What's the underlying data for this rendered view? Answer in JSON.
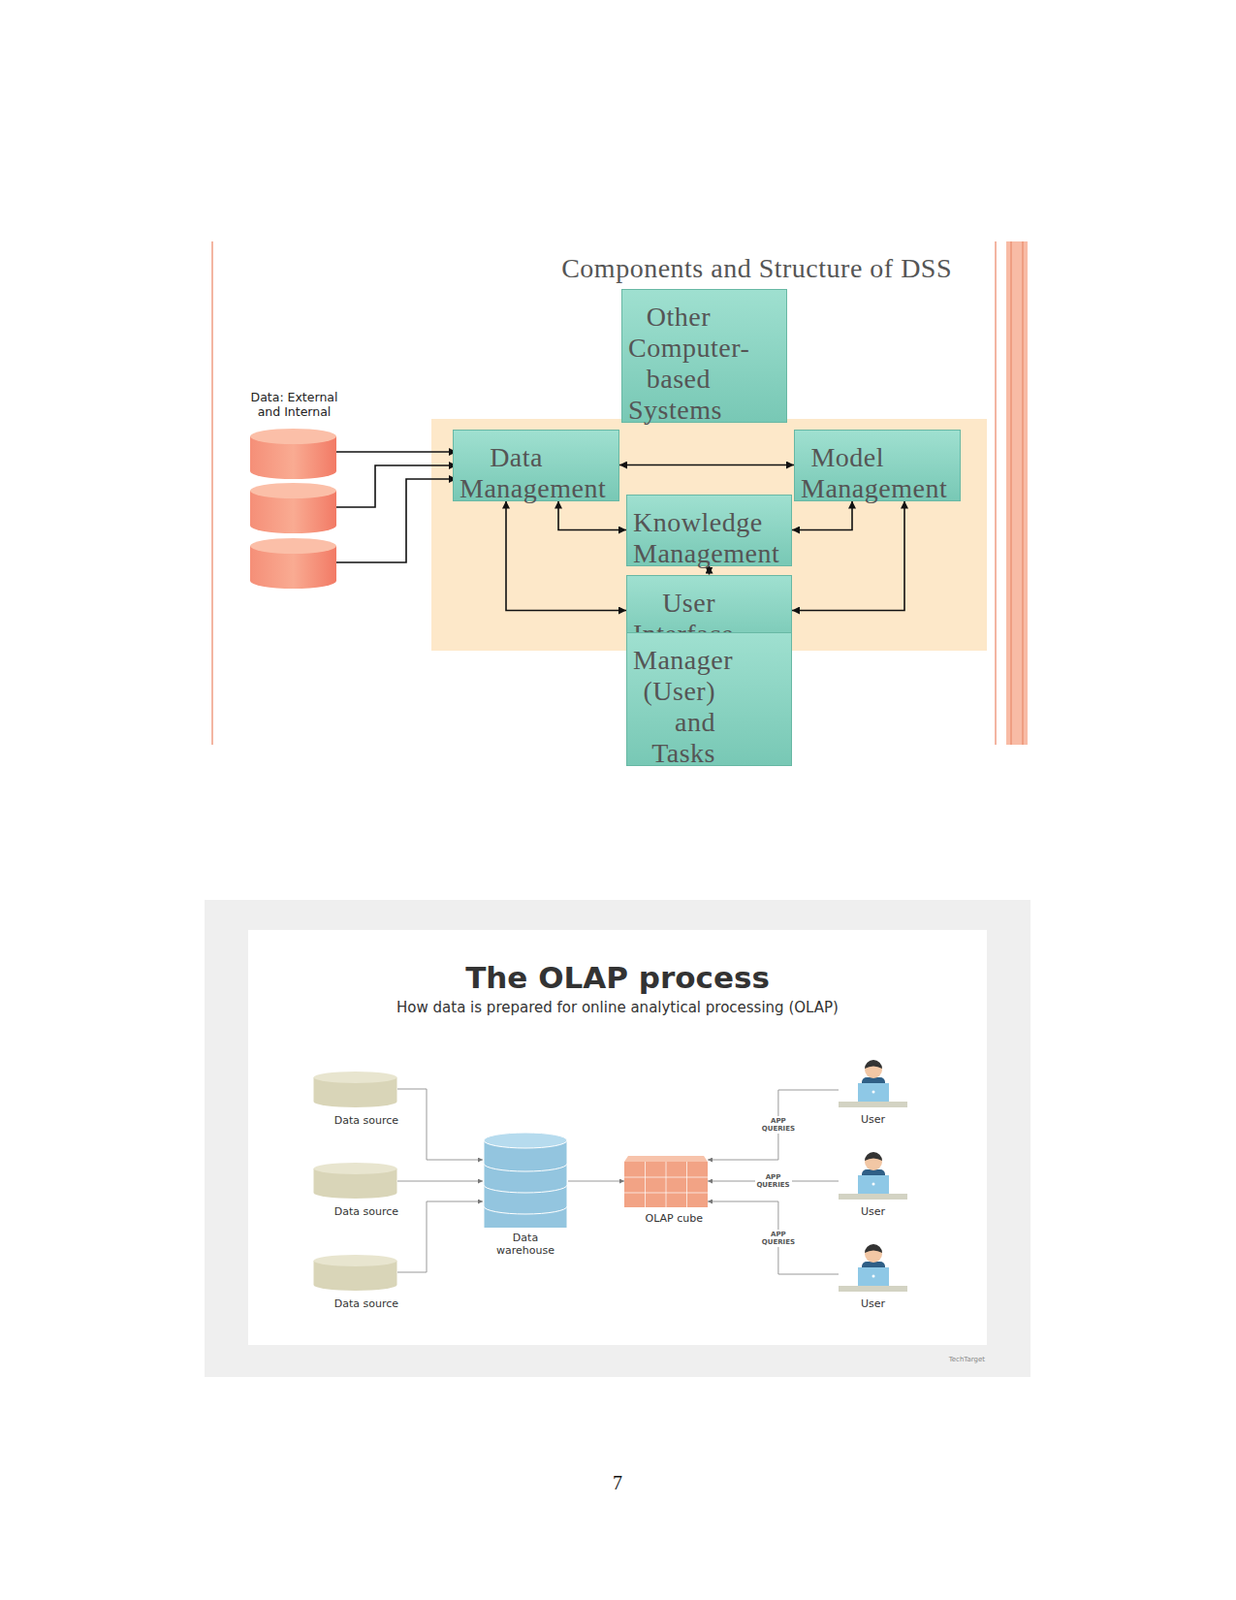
{
  "diagram": {
    "nodes": [
      {
        "text": [
          "Components and Structure of DSS"
        ]
      },
      {
        "text": [
          "Other Computer-based Systems"
        ],
        "in": 0
      },
      {
        "text": [
          "Data Management"
        ],
        "in": 0
      },
      {
        "text": [
          "Model Management"
        ],
        "in": 0
      },
      {
        "text": [
          "Knowledge Management"
        ],
        "in": 0
      },
      {
        "text": [
          "User Interface"
        ],
        "in": 0
      },
      {
        "text": [
          "Manager (User) and Tasks"
        ],
        "in": 0
      },
      {
        "text": [
          "The OLAP process",
          "How data is prepared for online analytical processing (OLAP)"
        ]
      },
      {
        "text": [
          "Data source"
        ],
        "in": 7
      },
      {
        "text": [
          "Data source"
        ],
        "in": 7
      },
      {
        "text": [
          "Data source"
        ],
        "in": 7
      },
      {
        "text": [
          "Data warehouse"
        ],
        "in": 7
      },
      {
        "text": [
          "OLAP cube"
        ],
        "in": 7
      },
      {
        "text": [
          "User"
        ],
        "in": 7
      },
      {
        "text": [
          "User"
        ],
        "in": 7
      },
      {
        "text": [
          "User"
        ],
        "in": 7
      }
    ],
    "edges": [
      {
        "from": 2,
        "to": 3,
        "arrow": "both"
      },
      {
        "from": 2,
        "to": 4,
        "arrow": "both"
      },
      {
        "from": 3,
        "to": 4,
        "arrow": "both"
      },
      {
        "from": 4,
        "to": 5,
        "arrow": "both"
      },
      {
        "from": 2,
        "to": 5,
        "arrow": "both"
      },
      {
        "from": 3,
        "to": 5,
        "arrow": "both"
      },
      {
        "from": 5,
        "to": 6,
        "arrow": "both"
      },
      {
        "from": 8,
        "to": 11,
        "arrow": "to"
      },
      {
        "from": 9,
        "to": 11,
        "arrow": "to"
      },
      {
        "from": 10,
        "to": 11,
        "arrow": "to"
      },
      {
        "from": 11,
        "to": 12,
        "arrow": "to"
      },
      {
        "from": 13,
        "to": 12,
        "label": "APP QUERIES",
        "arrow": "to"
      },
      {
        "from": 14,
        "to": 12,
        "label": "APP QUERIES",
        "arrow": "to"
      },
      {
        "from": 15,
        "to": 12,
        "label": "APP QUERIES",
        "arrow": "to"
      }
    ],
    "labels": [
      "Data: External and Internal",
      "TechTarget",
      "7"
    ]
  }
}
